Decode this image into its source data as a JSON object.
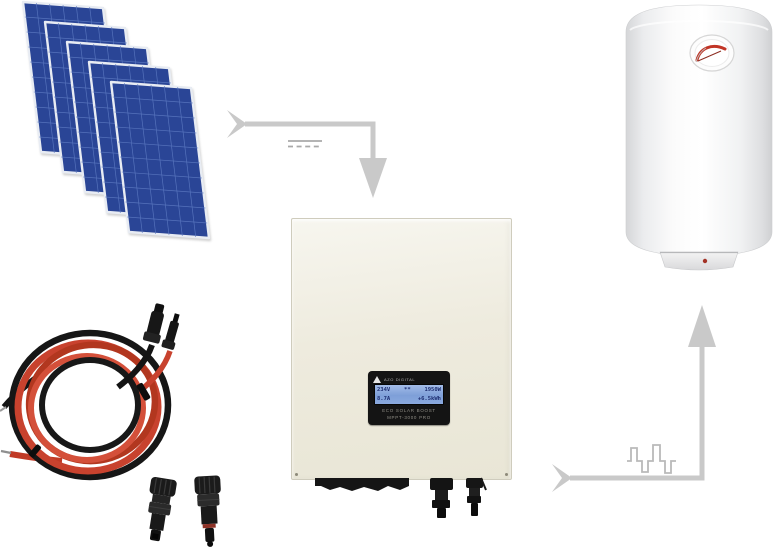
{
  "scene": {
    "description": "Solar water heating kit diagram: PV panel array feeding a DC converter that powers an electric boiler, with solar cables and MC4 connectors",
    "background_color": "#ffffff",
    "arrow_color": "#c9c9c9"
  },
  "solar_array": {
    "panel_count": 5,
    "panel_color": "#2a4596",
    "grid_color": "#5d7ac2",
    "frame_color": "#e8ecf3"
  },
  "inverter": {
    "brand": "AZO DIGITAL",
    "body_color": "#eeebde",
    "display": {
      "lcd_color": "#7e9fd8",
      "line1_voltage": "234V",
      "line1_status": "**",
      "line1_power": "1950W",
      "line2_current": "8.7A",
      "line2_energy": "+6.5kWh"
    },
    "model_line1": "ECO SOLAR BOOST",
    "model_line2": "MPPT-3000 PRO"
  },
  "boiler": {
    "body_color": "#ffffff",
    "gauge_arc_color": "#c13526",
    "indicator_dot_color": "#a33226"
  },
  "cables": {
    "red_color": "#c8422e",
    "black_color": "#161616",
    "connector_pair_count": 2
  },
  "symbols": {
    "panels_to_inverter": "dc-current",
    "inverter_to_boiler": "pwm-signal"
  }
}
